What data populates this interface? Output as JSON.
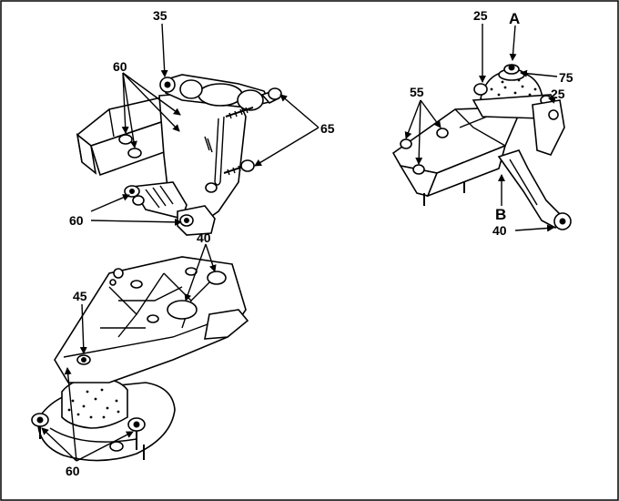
{
  "figure": {
    "labels": {
      "top_left_35": "35",
      "top_left_60_upper": "60",
      "top_left_65": "65",
      "top_left_60_lower": "60",
      "top_right_25_left": "25",
      "top_right_A": "A",
      "top_right_75": "75",
      "top_right_25_right": "25",
      "top_right_55": "55",
      "top_right_B": "B",
      "top_right_40": "40",
      "bottom_40": "40",
      "bottom_45": "45",
      "bottom_60": "60"
    }
  }
}
